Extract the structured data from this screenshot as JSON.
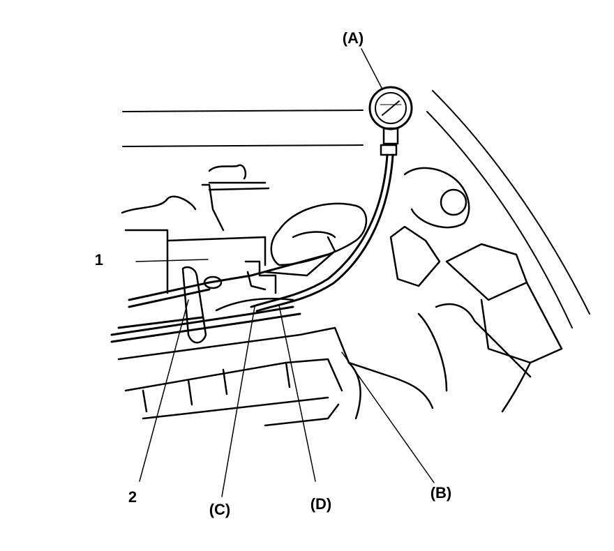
{
  "callouts": {
    "gauge": "(A)",
    "hose_end": "(B)",
    "hose_joint_c": "(C)",
    "hose_joint_d": "(D)",
    "part_1": "1",
    "part_2": "2"
  },
  "colors": {
    "ink": "#000000",
    "paper": "#ffffff"
  }
}
